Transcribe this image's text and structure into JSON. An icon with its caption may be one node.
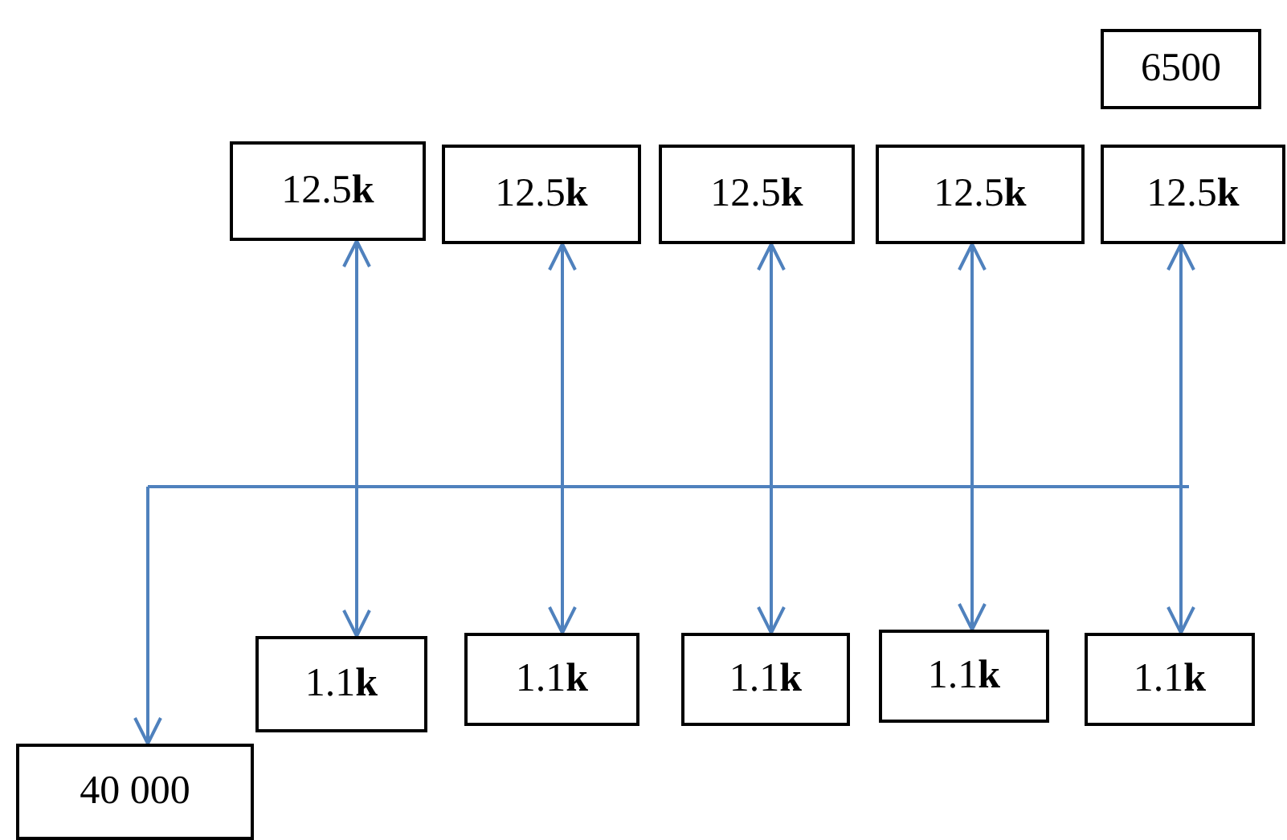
{
  "diagram": {
    "nodes": [
      {
        "text": [
          "6500"
        ]
      },
      {
        "text": [
          "12.5**k**"
        ]
      },
      {
        "text": [
          "12.5**k**"
        ]
      },
      {
        "text": [
          "12.5**k**"
        ]
      },
      {
        "text": [
          "12.5**k**"
        ]
      },
      {
        "text": [
          "12.5**k**"
        ]
      },
      {
        "text": [
          "1.1**k**"
        ]
      },
      {
        "text": [
          "1.1**k**"
        ]
      },
      {
        "text": [
          "1.1**k**"
        ]
      },
      {
        "text": [
          "1.1**k**"
        ]
      },
      {
        "text": [
          "1.1**k**"
        ]
      },
      {
        "text": [
          "40 000"
        ]
      }
    ],
    "edges": [
      {
        "from": 1,
        "to": 6,
        "arrow": "both"
      },
      {
        "from": 2,
        "to": 7,
        "arrow": "both"
      },
      {
        "from": 3,
        "to": 8,
        "arrow": "both"
      },
      {
        "from": 4,
        "to": 9,
        "arrow": "both"
      },
      {
        "from": 5,
        "to": 10,
        "arrow": "both"
      },
      {
        "from": null,
        "to": 11,
        "arrow": "to"
      }
    ]
  }
}
